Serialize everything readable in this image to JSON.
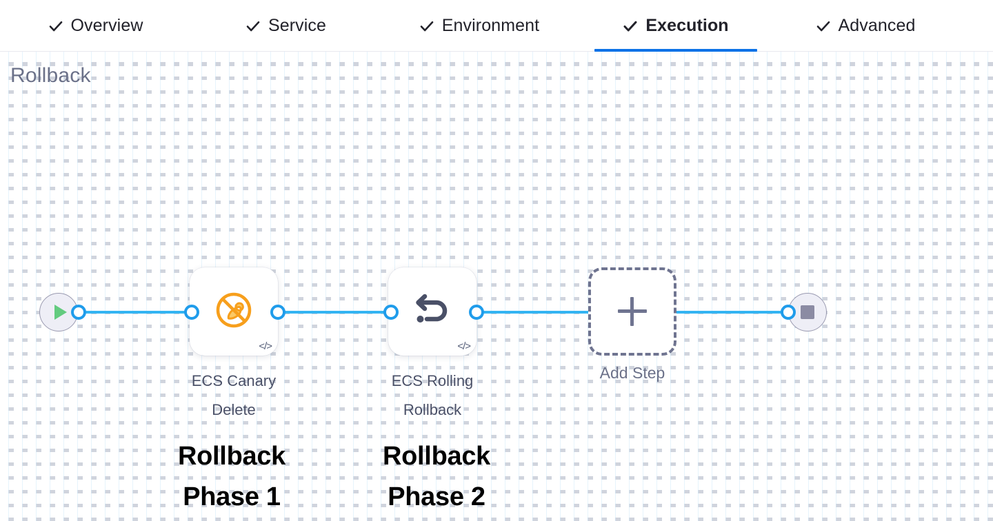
{
  "tabs": [
    {
      "label": "Overview",
      "icon": "check-icon",
      "state": "completed",
      "active": false
    },
    {
      "label": "Service",
      "icon": "check-icon",
      "state": "completed",
      "active": false
    },
    {
      "label": "Environment",
      "icon": "check-icon",
      "state": "completed",
      "active": false
    },
    {
      "label": "Execution",
      "icon": "check-icon",
      "state": "completed",
      "active": true
    },
    {
      "label": "Advanced",
      "icon": "check-icon",
      "state": "completed",
      "active": false
    }
  ],
  "canvas": {
    "title": "Rollback",
    "start_node": {
      "icon": "play-icon",
      "name": "start-node"
    },
    "end_node": {
      "icon": "stop-icon",
      "name": "end-node"
    },
    "steps": [
      {
        "label_line1": "ECS Canary",
        "label_line2": "Delete",
        "icon": "ecs-canary-delete-icon",
        "badge": "</>",
        "annotation_line1": "Rollback",
        "annotation_line2": "Phase 1"
      },
      {
        "label_line1": "ECS Rolling",
        "label_line2": "Rollback",
        "icon": "rollback-arrow-icon",
        "badge": "</>",
        "annotation_line1": "Rollback",
        "annotation_line2": "Phase 2"
      }
    ],
    "add_step": {
      "label": "Add Step",
      "icon": "plus-icon"
    }
  },
  "colors": {
    "accent_tab_underline": "#0b72e7",
    "edge_blue": "#33b4f2",
    "port_blue": "#1f9ceb",
    "title_gray": "#6b7189",
    "canary_orange": "#f7a623",
    "rollback_icon": "#4a5067",
    "start_green": "#63cb7f",
    "stop_gray": "#8b8ba3"
  }
}
